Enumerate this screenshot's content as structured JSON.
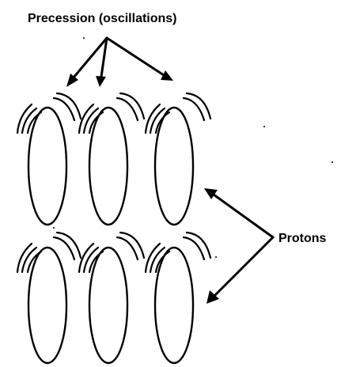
{
  "diagram": {
    "precession_label": "Precession (oscillations)",
    "protons_label": "Protons",
    "proton_rows": 2,
    "protons_per_row": 3,
    "colors": {
      "ink": "#000000",
      "background": "#ffffff"
    }
  }
}
